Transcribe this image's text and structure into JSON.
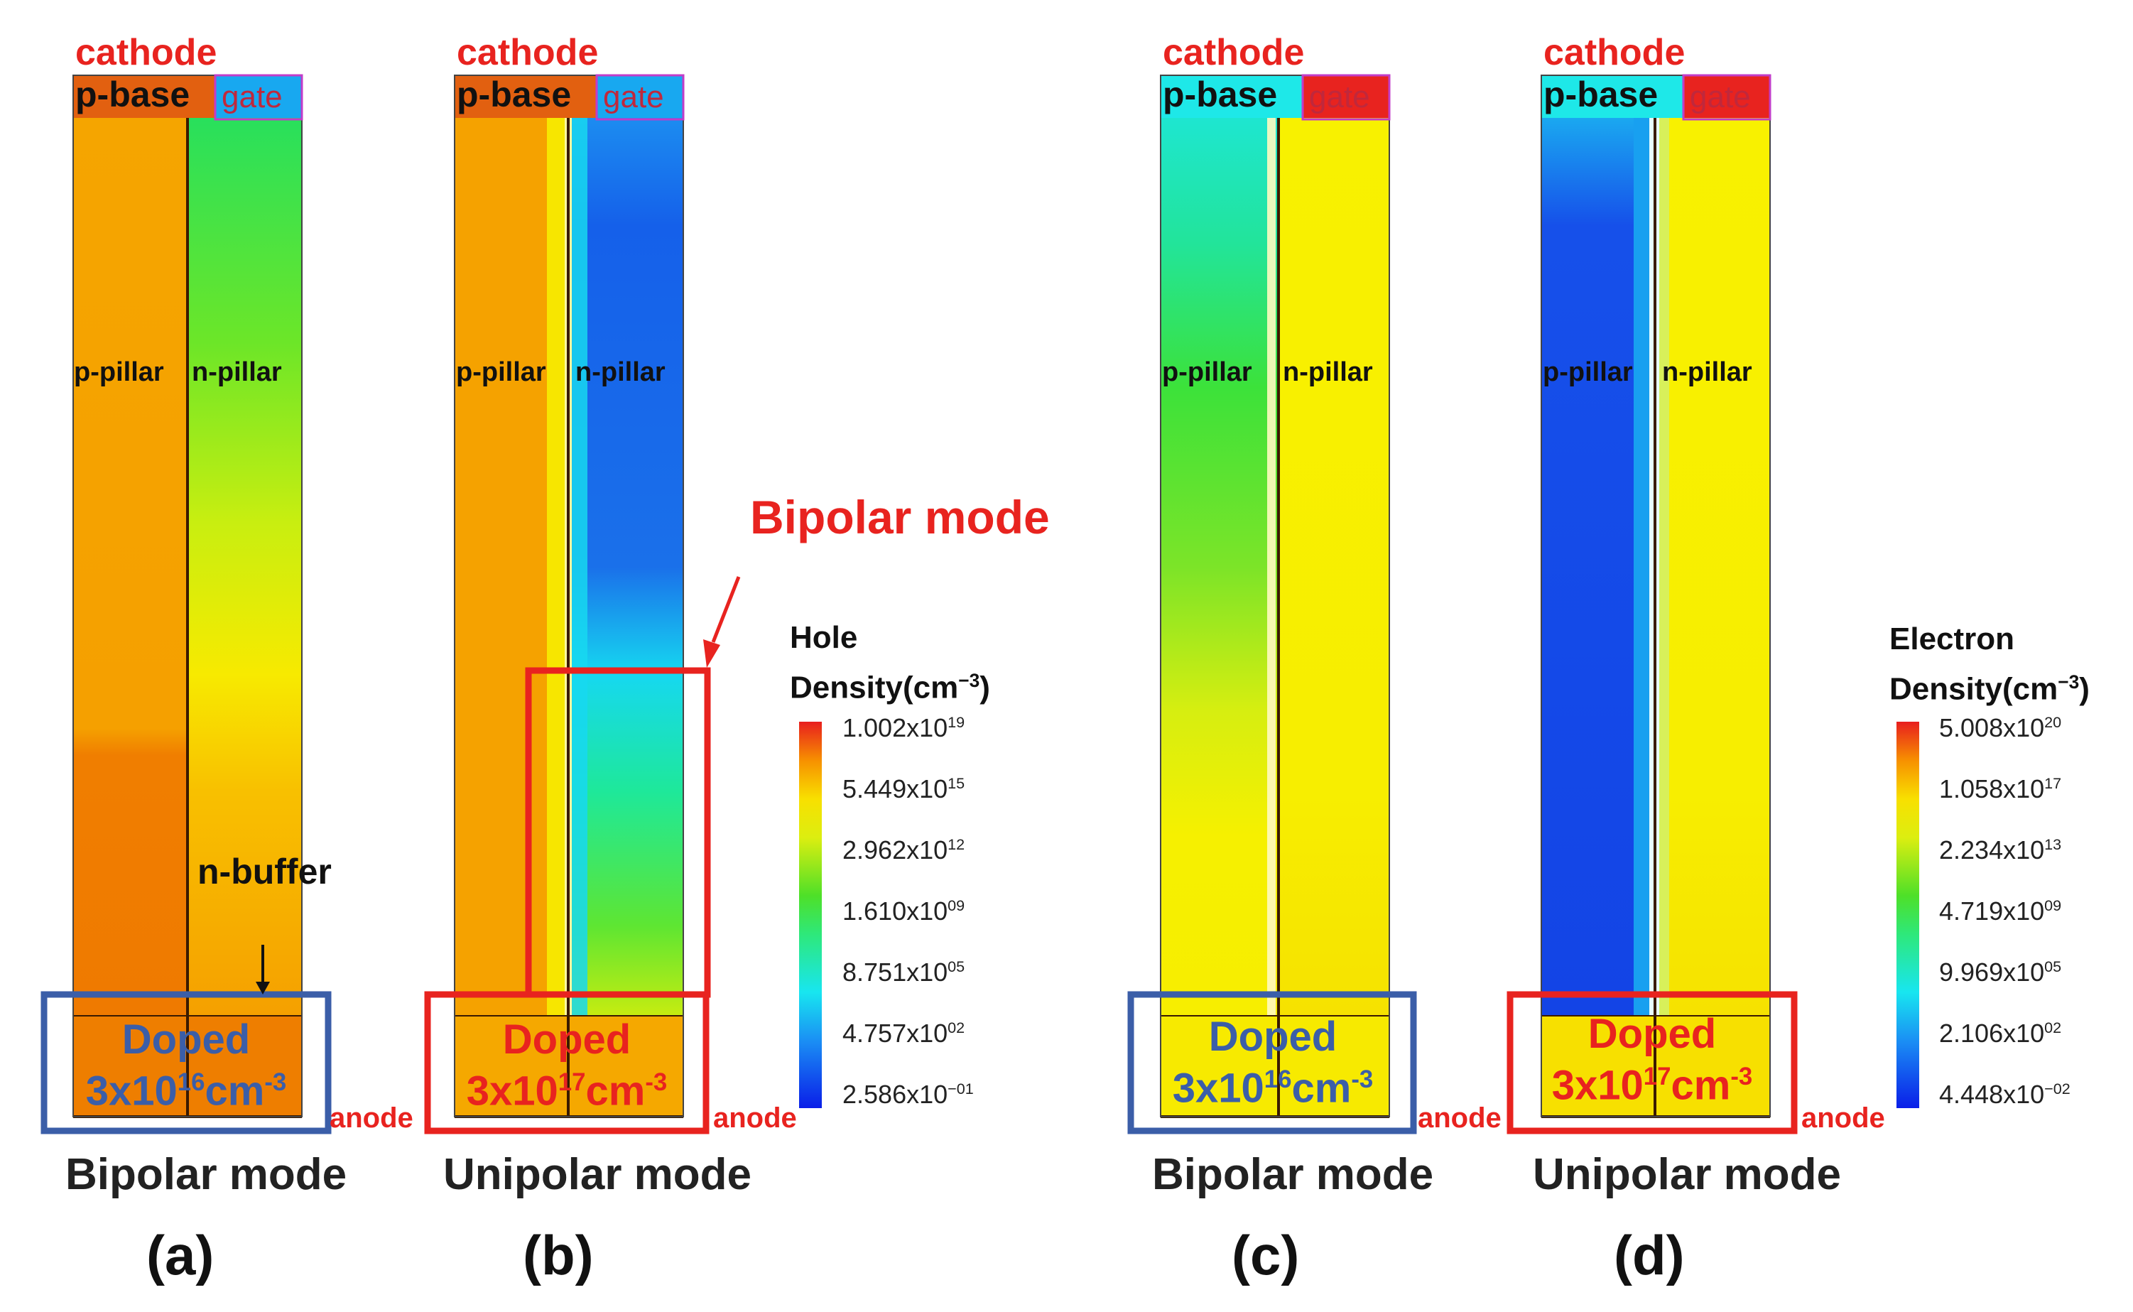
{
  "labels": {
    "cathode": "cathode",
    "p_base": "p-base",
    "gate": "gate",
    "p_pillar": "p-pillar",
    "n_pillar": "n-pillar",
    "anode": "anode",
    "n_buffer": "n-buffer",
    "doped": "Doped"
  },
  "panels": [
    {
      "id": "a",
      "label": "(a)",
      "mode": "Bipolar mode",
      "dope_base": "3x10",
      "dope_exp": "16",
      "dope_unit": "cm",
      "dope_unit_exp": "-3"
    },
    {
      "id": "b",
      "label": "(b)",
      "mode": "Unipolar mode",
      "dope_base": "3x10",
      "dope_exp": "17",
      "dope_unit": "cm",
      "dope_unit_exp": "-3"
    },
    {
      "id": "c",
      "label": "(c)",
      "mode": "Bipolar mode",
      "dope_base": "3x10",
      "dope_exp": "16",
      "dope_unit": "cm",
      "dope_unit_exp": "-3"
    },
    {
      "id": "d",
      "label": "(d)",
      "mode": "Unipolar mode",
      "dope_base": "3x10",
      "dope_exp": "17",
      "dope_unit": "cm",
      "dope_unit_exp": "-3"
    }
  ],
  "annotation": {
    "text": "Bipolar mode"
  },
  "legends": {
    "hole": {
      "title_line1": "Hole",
      "title_line2": "Density(cm",
      "title_exp": "−3",
      "title_close": ")",
      "ticks": [
        {
          "base": "1.002x10",
          "exp": "19"
        },
        {
          "base": "5.449x10",
          "exp": "15"
        },
        {
          "base": "2.962x10",
          "exp": "12"
        },
        {
          "base": "1.610x10",
          "exp": "09"
        },
        {
          "base": "8.751x10",
          "exp": "05"
        },
        {
          "base": "4.757x10",
          "exp": "02"
        },
        {
          "base": "2.586x10",
          "exp": "−01"
        }
      ]
    },
    "electron": {
      "title_line1": "Electron",
      "title_line2": "Density(cm",
      "title_exp": "−3",
      "title_close": ")",
      "ticks": [
        {
          "base": "5.008x10",
          "exp": "20"
        },
        {
          "base": "1.058x10",
          "exp": "17"
        },
        {
          "base": "2.234x10",
          "exp": "13"
        },
        {
          "base": "4.719x10",
          "exp": "09"
        },
        {
          "base": "9.969x10",
          "exp": "05"
        },
        {
          "base": "2.106x10",
          "exp": "02"
        },
        {
          "base": "4.448x10",
          "exp": "−02"
        }
      ]
    }
  },
  "colors": {
    "red_box": "#e8231f",
    "blue_box": "#3b5ea8",
    "orange": "#f5a200",
    "dark_orange": "#f07d00",
    "yellow": "#f7ef00",
    "green": "#36d43a",
    "cyan": "#19e6f2",
    "blue": "#1648e8"
  }
}
